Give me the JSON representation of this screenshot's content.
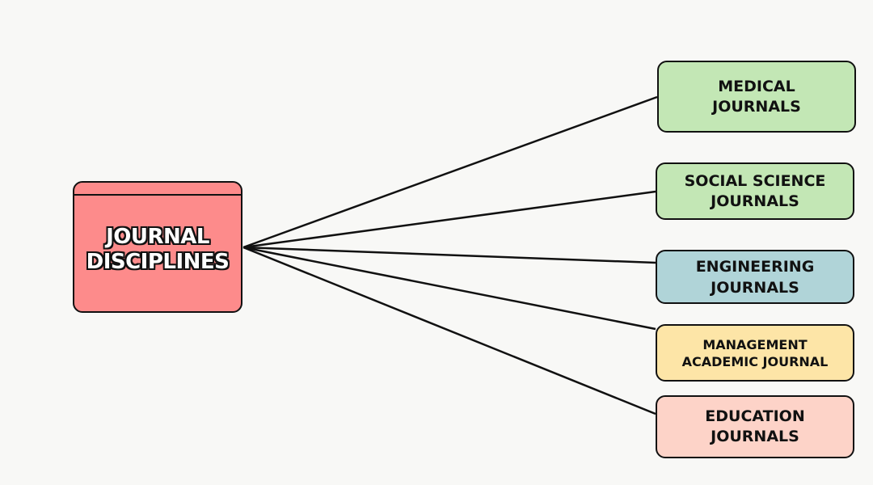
{
  "hub": {
    "lines": [
      "JOURNAL",
      "DISCIPLINES"
    ],
    "fill": "#fd8b8b"
  },
  "nodes": [
    {
      "id": "medical",
      "lines": [
        "MEDICAL",
        "JOURNALS"
      ],
      "fill": "#c3e7b5"
    },
    {
      "id": "social",
      "lines": [
        "SOCIAL SCIENCE",
        "JOURNALS"
      ],
      "fill": "#c3e7b5"
    },
    {
      "id": "engineering",
      "lines": [
        "ENGINEERING",
        "JOURNALS"
      ],
      "fill": "#b0d4d8"
    },
    {
      "id": "management",
      "lines": [
        "MANAGEMENT",
        "ACADEMIC JOURNAL"
      ],
      "fill": "#fde5a7"
    },
    {
      "id": "education",
      "lines": [
        "EDUCATION",
        "JOURNALS"
      ],
      "fill": "#fdd3c8"
    }
  ],
  "colors": {
    "background": "#f8f8f6",
    "stroke": "#111111"
  }
}
